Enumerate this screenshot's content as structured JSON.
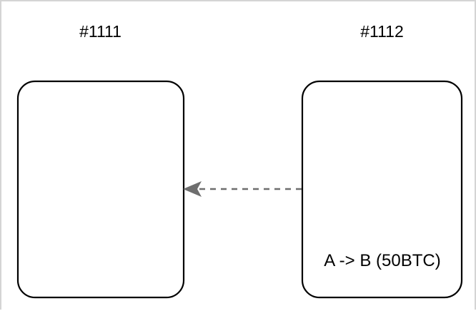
{
  "diagram": {
    "type": "blockchain-block-diagram",
    "background_color": "#ffffff",
    "frame_border_color": "#d4d4d4",
    "blocks": [
      {
        "id": "block-1111",
        "label": "#1111",
        "border_color": "#000000",
        "fill_color": "#ffffff",
        "contents": []
      },
      {
        "id": "block-1112",
        "label": "#1112",
        "border_color": "#000000",
        "fill_color": "#ffffff",
        "contents": [
          {
            "id": "transaction-1",
            "text": "A -> B (50BTC)"
          }
        ]
      }
    ],
    "connectors": [
      {
        "id": "prev-block-pointer",
        "from": "block-1112",
        "to": "block-1111",
        "style": "dashed",
        "color": "#666666",
        "arrowhead": "filled-triangle",
        "direction": "left"
      }
    ]
  }
}
